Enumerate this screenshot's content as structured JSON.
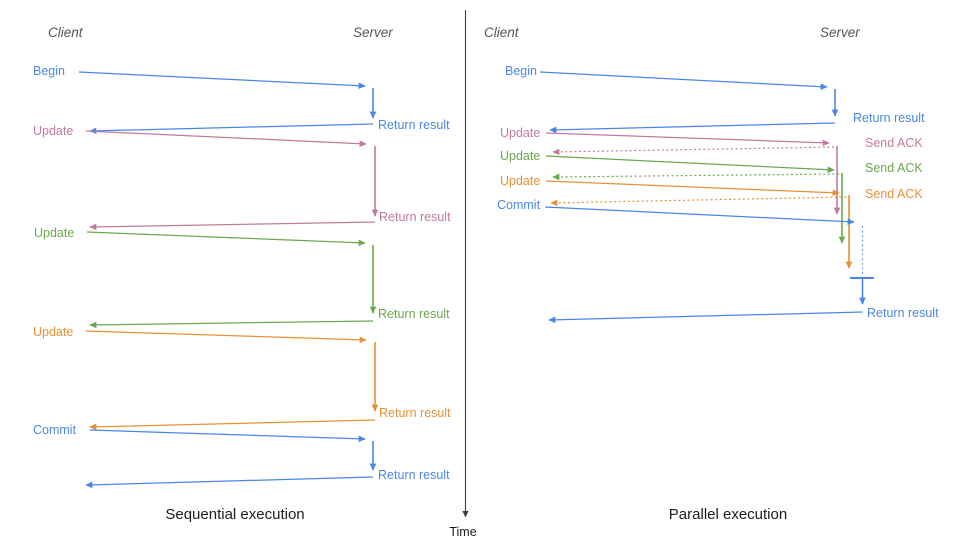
{
  "palette": {
    "blue": "#4a86e8",
    "pink": "#c27ba0",
    "green": "#6aa84f",
    "orange": "#e69138",
    "light_blue_dotted": "#6d9eeb",
    "axis_gray": "#3f3f3f",
    "header_gray": "#57575a"
  },
  "time_axis": {
    "label": "Time"
  },
  "sequential": {
    "title": "Sequential execution",
    "client_header": "Client",
    "server_header": "Server",
    "steps": [
      {
        "request": "Begin",
        "response": "Return result",
        "color": "blue"
      },
      {
        "request": "Update",
        "response": "Return result",
        "color": "pink"
      },
      {
        "request": "Update",
        "response": "Return result",
        "color": "green"
      },
      {
        "request": "Update",
        "response": "Return result",
        "color": "orange"
      },
      {
        "request": "Commit",
        "response": "Return result",
        "color": "blue"
      }
    ]
  },
  "parallel": {
    "title": "Parallel execution",
    "client_header": "Client",
    "server_header": "Server",
    "steps": [
      {
        "request": "Begin",
        "response": "Return result",
        "color": "blue"
      },
      {
        "request": "Update",
        "response": "Send ACK",
        "color": "pink"
      },
      {
        "request": "Update",
        "response": "Send ACK",
        "color": "green"
      },
      {
        "request": "Update",
        "response": "Send ACK",
        "color": "orange"
      },
      {
        "request": "Commit",
        "response": "Return result",
        "color": "blue"
      }
    ]
  }
}
